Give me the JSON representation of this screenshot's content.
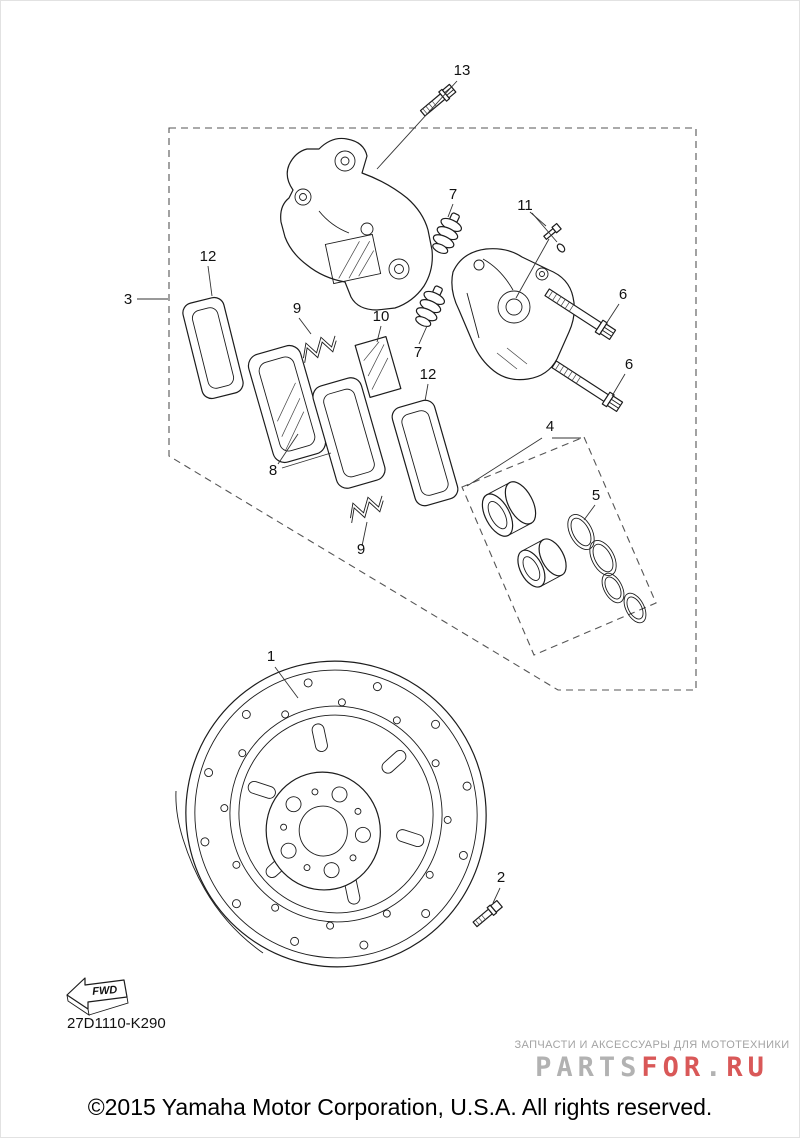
{
  "diagram": {
    "code": "27D1110-K290",
    "fwd_label": "FWD",
    "callouts": [
      {
        "id": "13"
      },
      {
        "id": "7"
      },
      {
        "id": "11"
      },
      {
        "id": "12"
      },
      {
        "id": "3"
      },
      {
        "id": "9"
      },
      {
        "id": "10"
      },
      {
        "id": "7"
      },
      {
        "id": "6"
      },
      {
        "id": "6"
      },
      {
        "id": "12"
      },
      {
        "id": "4"
      },
      {
        "id": "8"
      },
      {
        "id": "5"
      },
      {
        "id": "9"
      },
      {
        "id": "1"
      },
      {
        "id": "2"
      }
    ]
  },
  "watermark": {
    "tagline": "ЗАПЧАСТИ И АКСЕССУАРЫ ДЛЯ МОТОТЕХНИКИ",
    "logo_segments": [
      {
        "text": "PARTS",
        "color": "#b2b2b2"
      },
      {
        "text": "FOR",
        "color": "#d95858"
      },
      {
        "text": ".",
        "color": "#b2b2b2"
      },
      {
        "text": "RU",
        "color": "#d95858"
      }
    ]
  },
  "footer": {
    "copyright": "©2015 Yamaha Motor Corporation, U.S.A. All rights reserved."
  },
  "colors": {
    "line": "#1c1c1c",
    "watermark_gray": "#a3a3a3",
    "watermark_red": "#d95858"
  }
}
